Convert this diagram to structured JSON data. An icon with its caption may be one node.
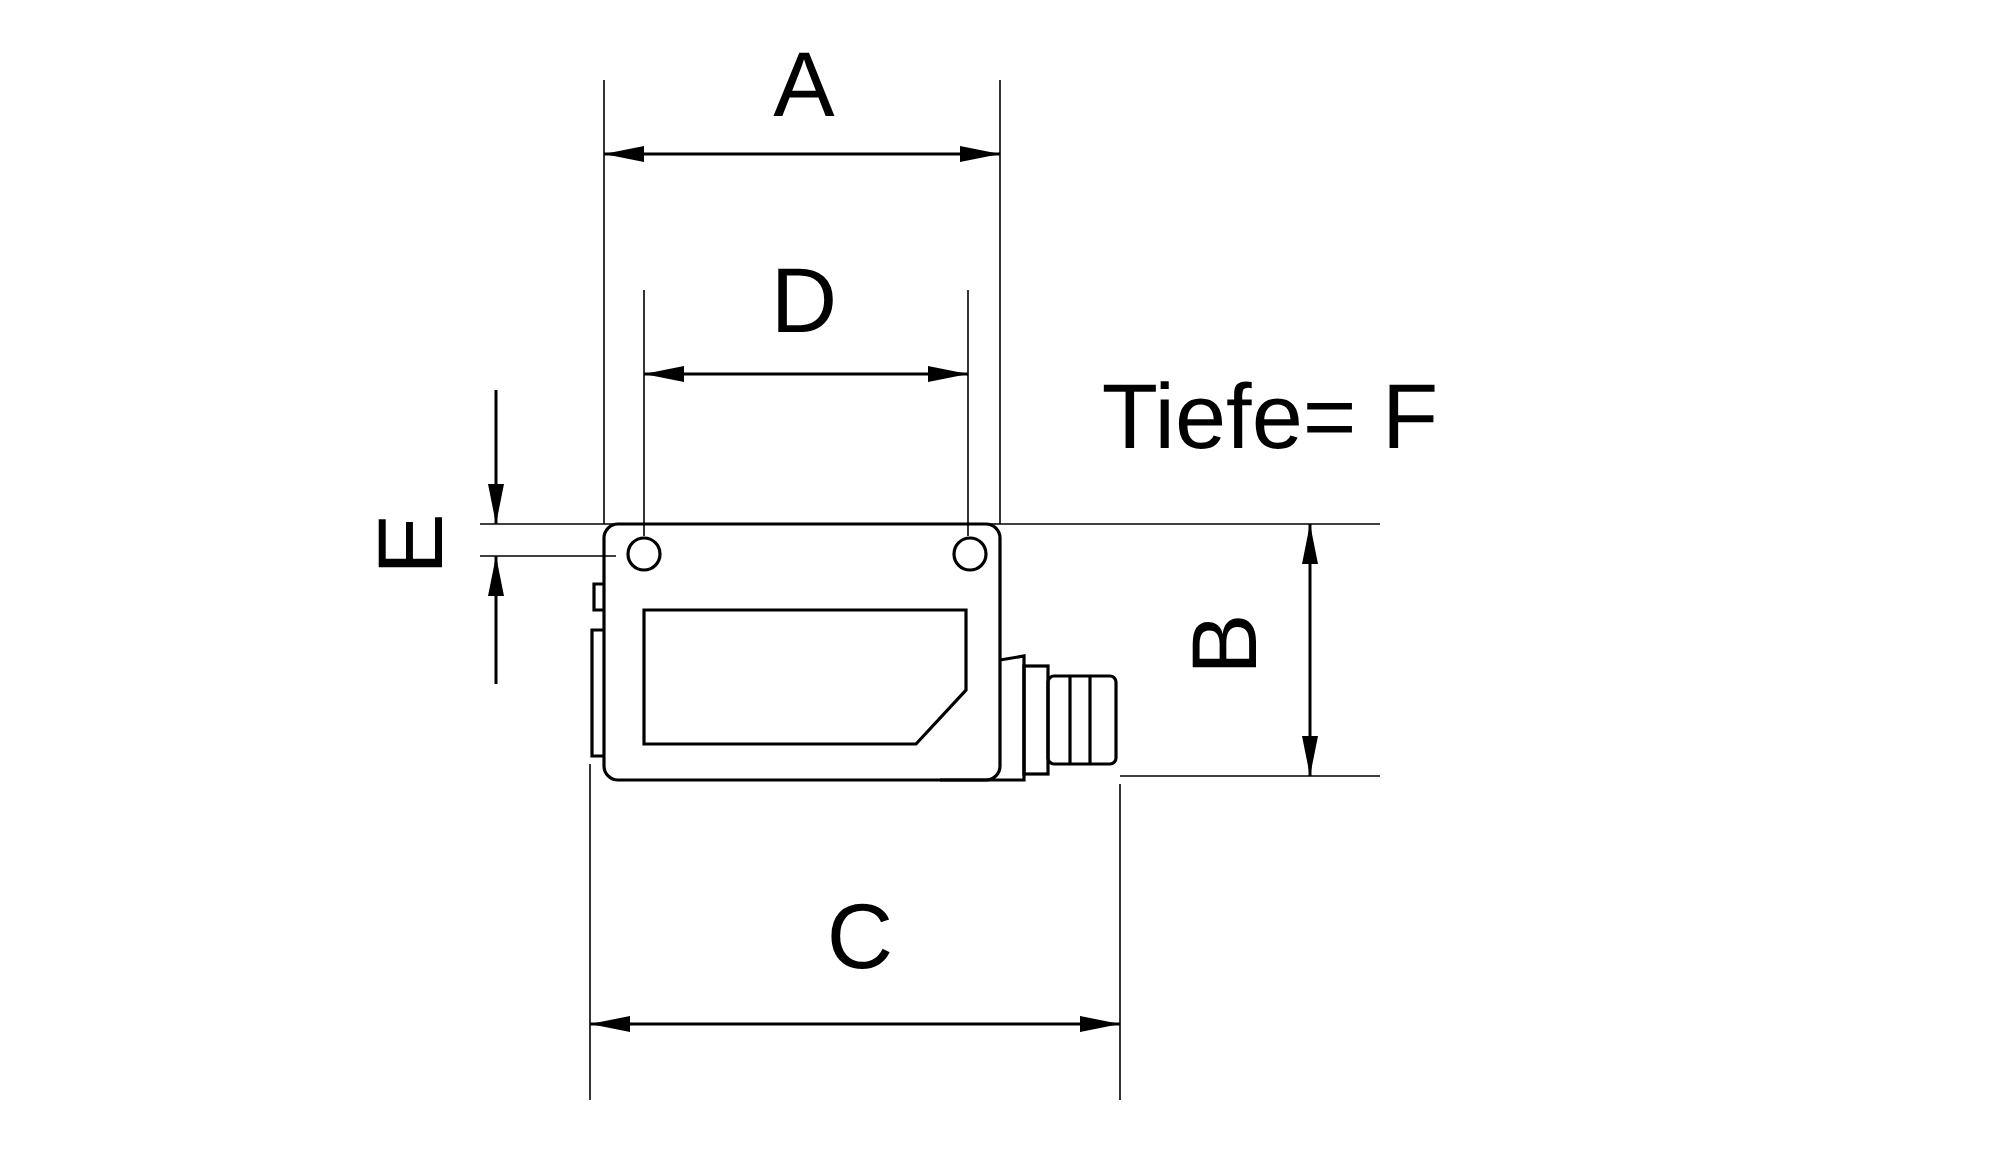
{
  "diagram": {
    "labels": [
      "A",
      "D",
      "Tiefe= F",
      "E",
      "B",
      "C"
    ]
  }
}
